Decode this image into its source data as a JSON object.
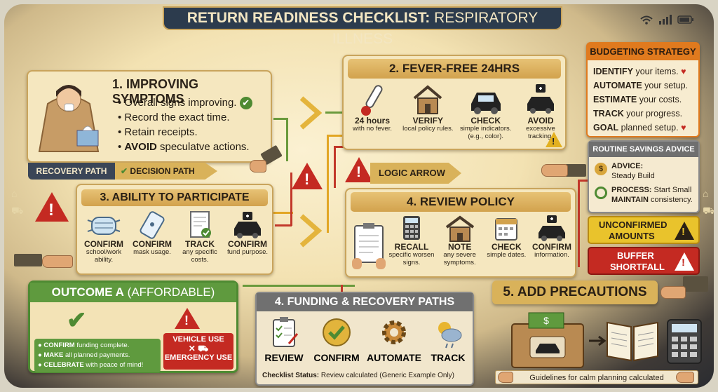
{
  "title": {
    "bold": "RETURN READINESS CHECKLIST:",
    "light": "RESPIRATORY ILLNESS"
  },
  "improving": {
    "heading": "1. IMPROVING SYMPTOMS",
    "bullets": [
      "Overall signs improving.",
      "Record the exact time.",
      "Retain receipts."
    ],
    "avoid_bold": "AVOID",
    "avoid_text": "speculatve actions.",
    "recovery_path": "RECOVERY PATH",
    "decision_path": "DECISION PATH"
  },
  "fever": {
    "heading": "2. FEVER-FREE 24HRS",
    "items": [
      {
        "title": "24 hours",
        "note": "with no fever."
      },
      {
        "title": "VERIFY",
        "note": "local policy rules."
      },
      {
        "title": "CHECK",
        "note": "simple indicators. (e.g., color)."
      },
      {
        "title": "AVOID",
        "note": "excessive tracking."
      }
    ]
  },
  "logic_arrow": "LOGIC ARROW",
  "participate": {
    "heading": "3. ABILITY TO PARTICIPATE",
    "items": [
      {
        "title": "CONFIRM",
        "note": "school/work ability."
      },
      {
        "title": "CONFIRM",
        "note": "mask usage."
      },
      {
        "title": "TRACK",
        "note": "any specific costs."
      },
      {
        "title": "CONFIRM",
        "note": "fund purpose."
      }
    ]
  },
  "review": {
    "heading": "4. REVIEW POLICY",
    "items": [
      {
        "title": "RECALL",
        "note": "specific worsen signs."
      },
      {
        "title": "NOTE",
        "note": "any severe symptoms."
      },
      {
        "title": "CHECK",
        "note": "simple dates."
      },
      {
        "title": "CONFIRM",
        "note": "information."
      }
    ]
  },
  "budgeting": {
    "heading": "BUDGETING STRATEGY",
    "lines": [
      {
        "bold": "IDENTIFY",
        "text": "your items."
      },
      {
        "bold": "AUTOMATE",
        "text": "your setup."
      },
      {
        "bold": "ESTIMATE",
        "text": "your costs."
      },
      {
        "bold": "TRACK",
        "text": "your progress."
      },
      {
        "bold": "GOAL",
        "text": "planned setup."
      }
    ]
  },
  "savings": {
    "heading": "ROUTINE SAVINGS ADVICE",
    "advice_bold": "ADVICE:",
    "advice_text": "Steady Build",
    "process_bold": "PROCESS:",
    "process_text": "Start Small",
    "maintain_bold": "MAINTAIN",
    "maintain_text": "consistency."
  },
  "unconfirmed": [
    "UNCONFIRMED",
    "AMOUNTS"
  ],
  "buffer": [
    "BUFFER",
    "SHORTFALL"
  ],
  "outcome": {
    "heading_bold": "OUTCOME A",
    "heading_rest": "(AFFORDABLE)",
    "lines": [
      {
        "bold": "CONFIRM",
        "text": "funding complete."
      },
      {
        "bold": "MAKE",
        "text": "all planned payments."
      },
      {
        "bold": "CELEBRATE",
        "text": "with peace of mind!"
      }
    ],
    "vehicle": "VEHICLE USE",
    "emergency": "EMERGENCY USE"
  },
  "funding": {
    "heading": "4. FUNDING & RECOVERY PATHS",
    "items": [
      "REVIEW",
      "CONFIRM",
      "AUTOMATE",
      "TRACK"
    ],
    "status_bold": "Checklist Status:",
    "status_text": "Review calculated (Generic Example Only)"
  },
  "precautions": {
    "heading": "5. ADD PRECAUTIONS",
    "guidelines": "Guidelines for calm planning calculated"
  },
  "colors": {
    "accent_red": "#c42a22",
    "accent_green": "#4e8a32",
    "accent_gold": "#d2a24d",
    "navy": "#2b3a4e"
  }
}
